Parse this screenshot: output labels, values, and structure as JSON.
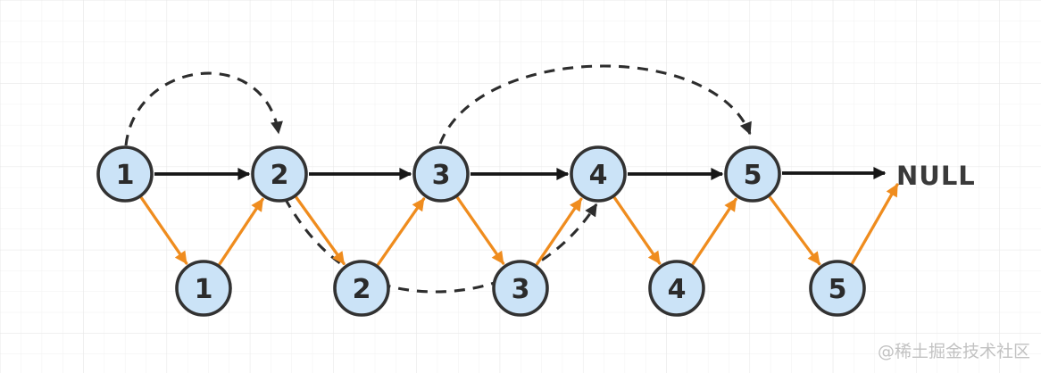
{
  "diagram": {
    "top_row": [
      "1",
      "2",
      "3",
      "4",
      "5"
    ],
    "bottom_row": [
      "1",
      "2",
      "3",
      "4",
      "5"
    ],
    "terminal_label": "NULL",
    "edges": {
      "next": [
        [
          "1",
          "2"
        ],
        [
          "2",
          "3"
        ],
        [
          "3",
          "4"
        ],
        [
          "4",
          "5"
        ],
        [
          "5",
          "NULL"
        ]
      ],
      "random": [
        [
          "1",
          "2"
        ],
        [
          "3",
          "5"
        ],
        [
          "2",
          "4"
        ]
      ],
      "weave": [
        [
          "top-1",
          "bottom-1"
        ],
        [
          "bottom-1",
          "top-2"
        ],
        [
          "top-2",
          "bottom-2"
        ],
        [
          "bottom-2",
          "top-3"
        ],
        [
          "top-3",
          "bottom-3"
        ],
        [
          "bottom-3",
          "top-4"
        ],
        [
          "top-4",
          "bottom-4"
        ],
        [
          "bottom-4",
          "top-5"
        ],
        [
          "top-5",
          "bottom-5"
        ],
        [
          "bottom-5",
          "NULL"
        ]
      ]
    },
    "colors": {
      "background": "#ffffff",
      "grid_line": "#f1f1f1",
      "grid_line_major": "#e8e8e8",
      "node_fill": "#cbe3f7",
      "node_stroke": "#323232",
      "node_text": "#2b2b2b",
      "next_arrow": "#161616",
      "weave_arrow": "#ef8c1e",
      "random_pointer": "#2d2d2d",
      "terminal_text": "#3a3a3a",
      "watermark": "#c2c2c2"
    }
  },
  "watermark": {
    "text": "@稀土掘金技术社区"
  }
}
